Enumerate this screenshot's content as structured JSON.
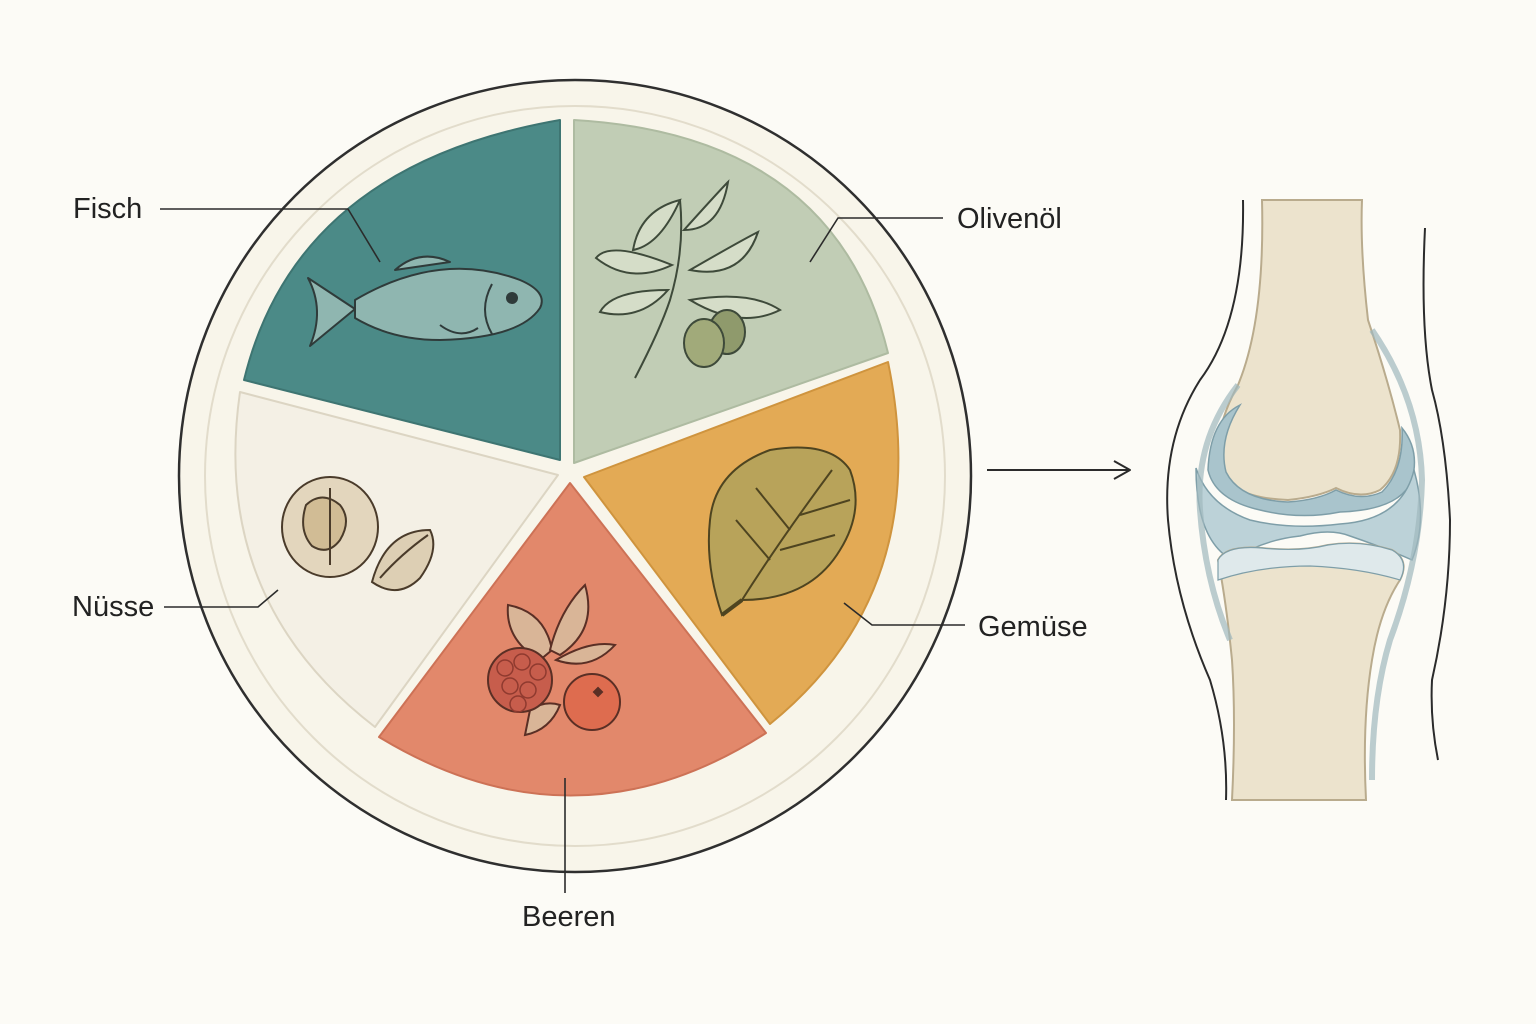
{
  "labels": {
    "fish": "Fisch",
    "olive_oil": "Olivenöl",
    "nuts": "Nüsse",
    "vegetables": "Gemüse",
    "berries": "Beeren"
  },
  "colors": {
    "background": "#fcfbf6",
    "plate": "#f8f5ea",
    "plate_edge": "#2f2f2f",
    "fish_segment": "#4b8a87",
    "olive_segment": "#c1cdb5",
    "vegetable_segment": "#e3aa55",
    "berry_segment": "#e2886b",
    "nut_segment": "#f4f0e5",
    "cartilage": "#a9c4cc",
    "bone": "#ece3cd",
    "line": "#2b2b2b"
  },
  "icons": {
    "fish": "fish-icon",
    "olive_oil": "olive-branch-icon",
    "vegetables": "leafy-green-icon",
    "berries": "berries-icon",
    "nuts": "walnut-almond-icon",
    "arrow": "arrow-right-icon",
    "joint": "knee-joint-illustration"
  }
}
